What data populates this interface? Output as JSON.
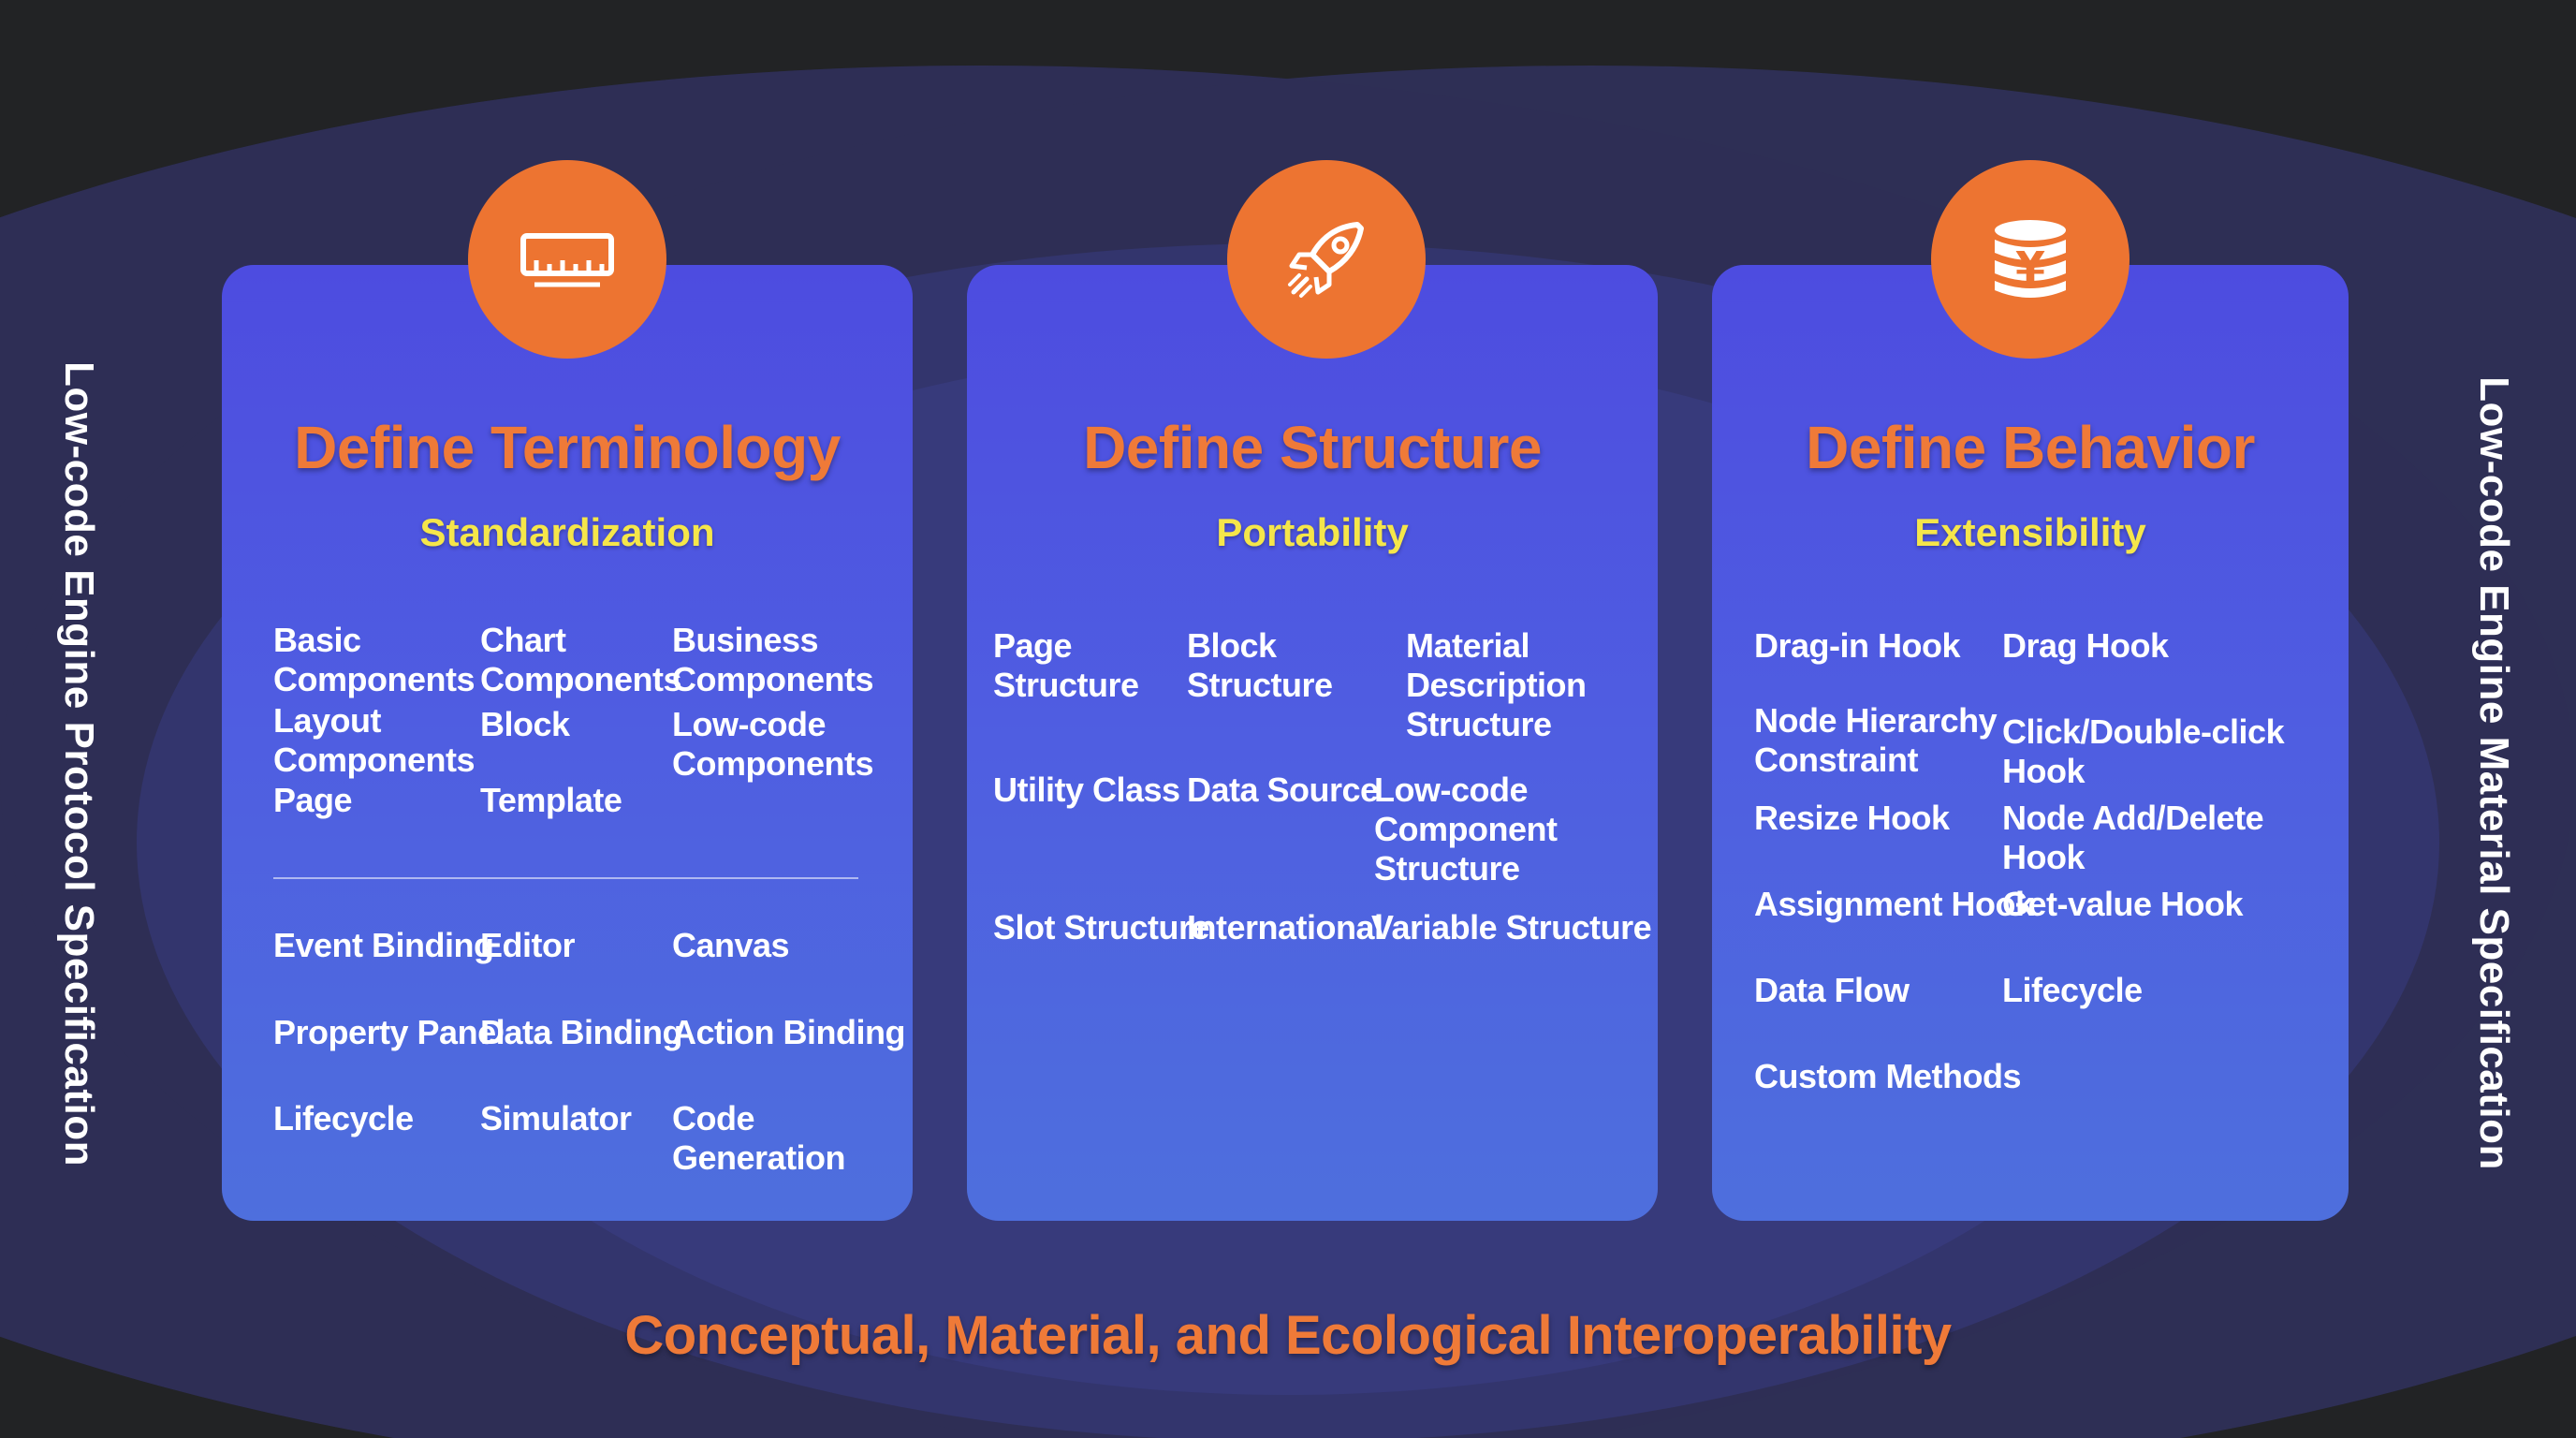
{
  "colors": {
    "background": "#222325",
    "card": "#4d55e0",
    "badge": "#ed7431",
    "title": "#ef7a38",
    "subtitle": "#f5e64a",
    "text": "#ffffff"
  },
  "side_labels": {
    "left": "Low-code Engine Protocol Specification",
    "right": "Low-code Engine Material Specification"
  },
  "bottom_title": "Conceptual, Material, and Ecological Interoperability",
  "cards": [
    {
      "icon": "ruler-icon",
      "title": "Define Terminology",
      "subtitle": "Standardization",
      "items": [
        "Basic\nComponents",
        "Chart\nComponents",
        "Business\nComponents",
        "Layout\nComponents",
        "Block",
        "Low-code\nComponents",
        "Page",
        "Template",
        "Event Binding",
        "Editor",
        "Canvas",
        "Property Panel",
        "Data Binding",
        "Action Binding",
        "Lifecycle",
        "Simulator",
        "Code Generation"
      ]
    },
    {
      "icon": "rocket-icon",
      "title": "Define Structure",
      "subtitle": "Portability",
      "items": [
        "Page\nStructure",
        "Block\nStructure",
        "Material\nDescription\nStructure",
        "Utility Class",
        "Data Source",
        "Low-code Component\nStructure",
        "Slot Structure",
        "International",
        "Variable Structure"
      ]
    },
    {
      "icon": "coin-stack-icon",
      "title": "Define Behavior",
      "subtitle": "Extensibility",
      "items": [
        "Drag-in Hook",
        "Drag Hook",
        "Node Hierarchy\nConstraint",
        "Click/Double-click Hook",
        "Resize Hook",
        "Node Add/Delete Hook",
        "Assignment Hook",
        "Get-value Hook",
        "Data Flow",
        "Lifecycle",
        "Custom Methods"
      ]
    }
  ]
}
